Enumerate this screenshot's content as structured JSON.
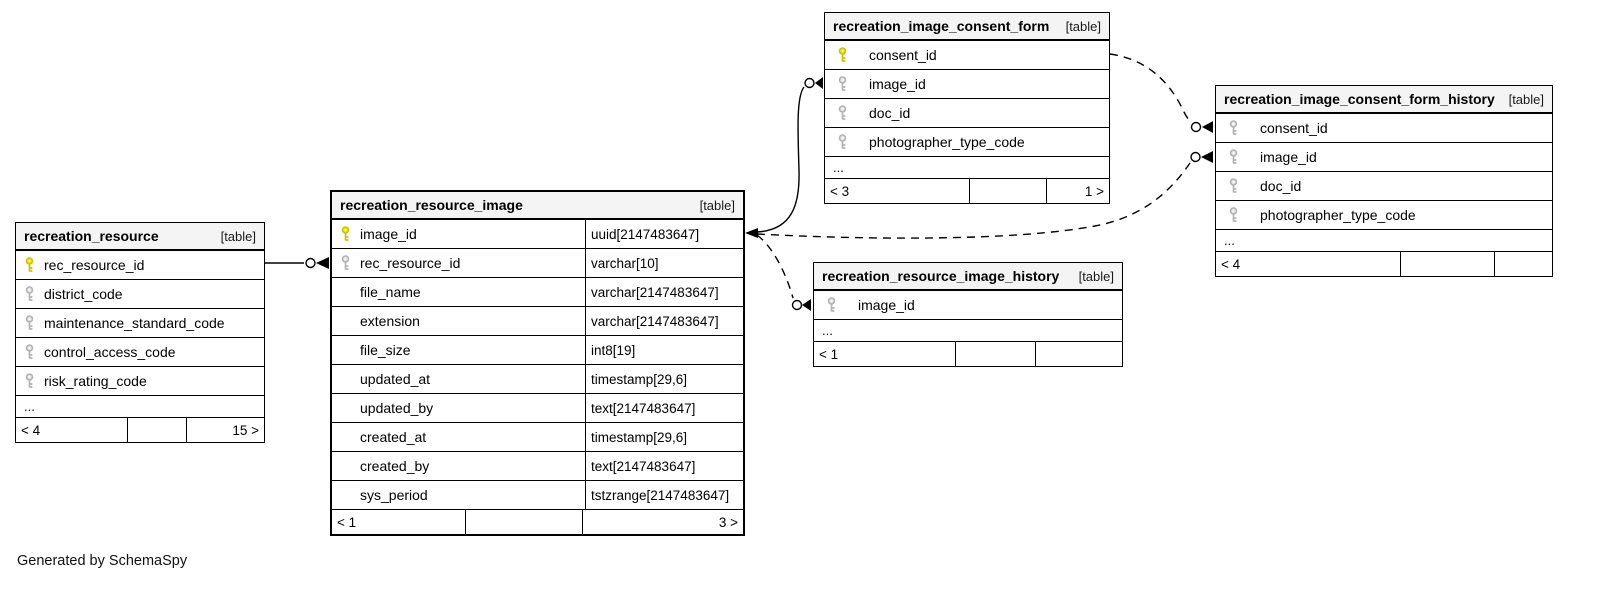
{
  "diagram": {
    "generator_note": "Generated by SchemaSpy",
    "colors": {
      "primary_key_fill": "#eeea00",
      "primary_key_stroke": "#c9c400",
      "foreign_key_fill": "#e2e2e2",
      "foreign_key_stroke": "#b3b3b3",
      "header_bg": "#f4f4f4",
      "border": "#000000"
    },
    "tables": [
      {
        "name": "recreation_resource",
        "badge": "[table]",
        "columns": [
          {
            "name": "rec_resource_id",
            "key": "primary"
          },
          {
            "name": "district_code",
            "key": "foreign"
          },
          {
            "name": "maintenance_standard_code",
            "key": "foreign"
          },
          {
            "name": "control_access_code",
            "key": "foreign"
          },
          {
            "name": "risk_rating_code",
            "key": "foreign"
          }
        ],
        "ellipsis": "...",
        "footer": [
          "< 4",
          "",
          "15 >"
        ]
      },
      {
        "name": "recreation_resource_image",
        "badge": "[table]",
        "columns": [
          {
            "name": "image_id",
            "type": "uuid[2147483647]",
            "key": "primary"
          },
          {
            "name": "rec_resource_id",
            "type": "varchar[10]",
            "key": "foreign"
          },
          {
            "name": "file_name",
            "type": "varchar[2147483647]",
            "key": "none"
          },
          {
            "name": "extension",
            "type": "varchar[2147483647]",
            "key": "none"
          },
          {
            "name": "file_size",
            "type": "int8[19]",
            "key": "none"
          },
          {
            "name": "updated_at",
            "type": "timestamp[29,6]",
            "key": "none"
          },
          {
            "name": "updated_by",
            "type": "text[2147483647]",
            "key": "none"
          },
          {
            "name": "created_at",
            "type": "timestamp[29,6]",
            "key": "none"
          },
          {
            "name": "created_by",
            "type": "text[2147483647]",
            "key": "none"
          },
          {
            "name": "sys_period",
            "type": "tstzrange[2147483647]",
            "key": "none"
          }
        ],
        "footer": [
          "< 1",
          "",
          "3 >"
        ]
      },
      {
        "name": "recreation_image_consent_form",
        "badge": "[table]",
        "columns": [
          {
            "name": "consent_id",
            "key": "primary"
          },
          {
            "name": "image_id",
            "key": "foreign"
          },
          {
            "name": "doc_id",
            "key": "foreign"
          },
          {
            "name": "photographer_type_code",
            "key": "foreign"
          }
        ],
        "ellipsis": "...",
        "footer": [
          "< 3",
          "",
          "1 >"
        ]
      },
      {
        "name": "recreation_image_consent_form_history",
        "badge": "[table]",
        "columns": [
          {
            "name": "consent_id",
            "key": "foreign"
          },
          {
            "name": "image_id",
            "key": "foreign"
          },
          {
            "name": "doc_id",
            "key": "foreign"
          },
          {
            "name": "photographer_type_code",
            "key": "foreign"
          }
        ],
        "ellipsis": "...",
        "footer": [
          "< 4",
          "",
          ""
        ]
      },
      {
        "name": "recreation_resource_image_history",
        "badge": "[table]",
        "columns": [
          {
            "name": "image_id",
            "key": "foreign"
          }
        ],
        "ellipsis": "...",
        "footer": [
          "< 1",
          "",
          ""
        ]
      }
    ],
    "relationships": [
      {
        "from": "recreation_resource_image.rec_resource_id",
        "to": "recreation_resource.rec_resource_id",
        "style": "solid"
      },
      {
        "from": "recreation_image_consent_form.image_id",
        "to": "recreation_resource_image.image_id",
        "style": "solid"
      },
      {
        "from": "recreation_image_consent_form_history.image_id",
        "to": "recreation_resource_image.image_id",
        "style": "dashed"
      },
      {
        "from": "recreation_resource_image_history.image_id",
        "to": "recreation_resource_image.image_id",
        "style": "dashed"
      },
      {
        "from": "recreation_image_consent_form_history.consent_id",
        "to": "recreation_image_consent_form.consent_id",
        "style": "dashed"
      }
    ]
  }
}
